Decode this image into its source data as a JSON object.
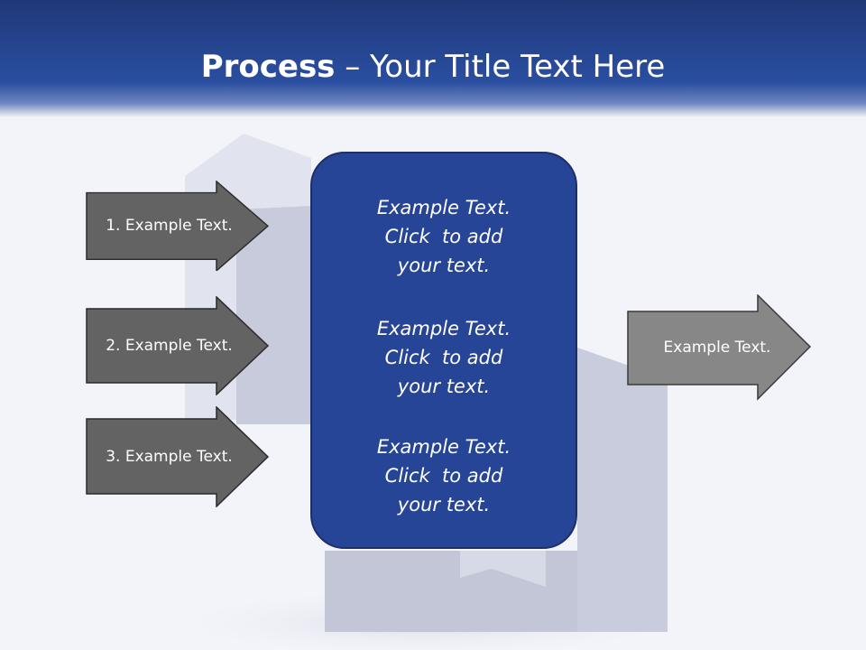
{
  "title": {
    "bold": "Process",
    "rest": " – Your Title Text Here"
  },
  "input_arrows": [
    {
      "label": "1. Example Text."
    },
    {
      "label": "2. Example Text."
    },
    {
      "label": "3. Example Text."
    }
  ],
  "center_box": {
    "items": [
      {
        "text": "Example Text.\nClick  to add\nyour text."
      },
      {
        "text": "Example Text.\nClick  to add\nyour text."
      },
      {
        "text": "Example Text.\nClick  to add\nyour text."
      }
    ]
  },
  "output_arrow": {
    "label": "Example Text."
  },
  "colors": {
    "header": "#2a4ea0",
    "input_arrow": "#636363",
    "output_arrow": "#878787",
    "center_box": "#264596"
  }
}
